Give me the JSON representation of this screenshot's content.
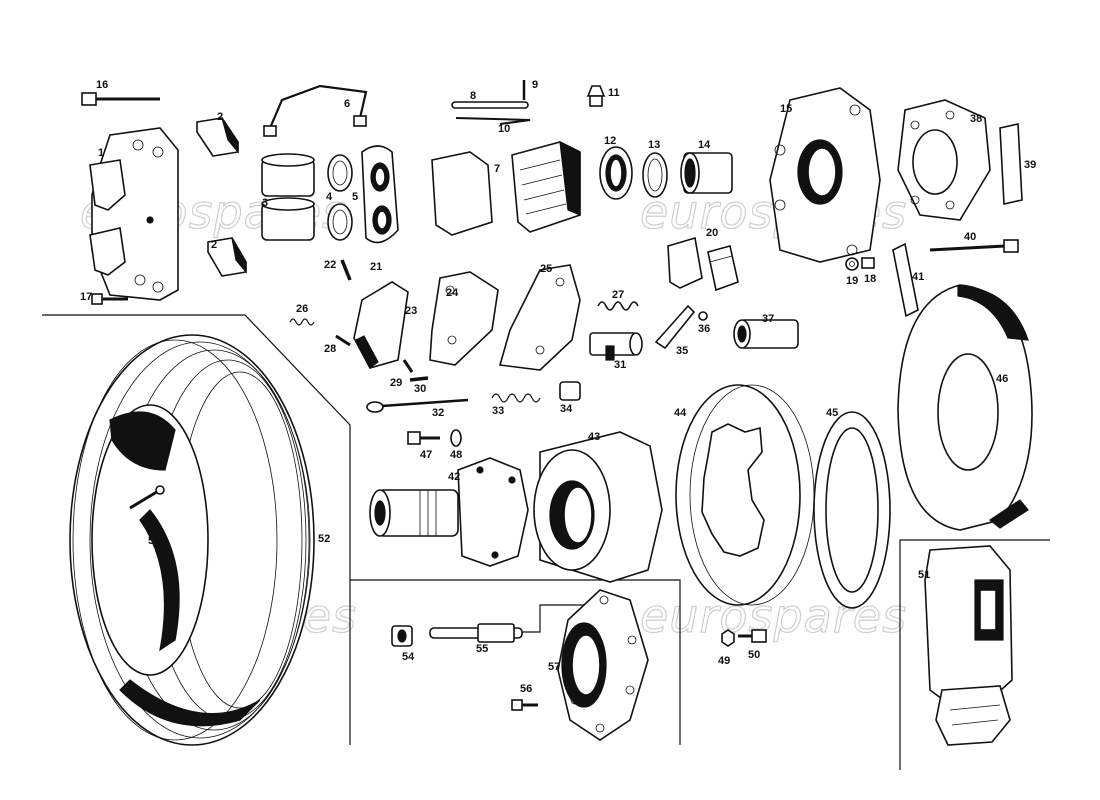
{
  "watermark": "eurospares",
  "labels": [
    "1",
    "2",
    "2",
    "3",
    "4",
    "5",
    "6",
    "7",
    "8",
    "9",
    "10",
    "11",
    "12",
    "13",
    "14",
    "15",
    "16",
    "17",
    "18",
    "19",
    "20",
    "21",
    "22",
    "23",
    "24",
    "25",
    "26",
    "27",
    "28",
    "29",
    "30",
    "31",
    "32",
    "33",
    "34",
    "35",
    "36",
    "37",
    "38",
    "39",
    "40",
    "41",
    "42",
    "43",
    "44",
    "45",
    "46",
    "47",
    "48",
    "49",
    "50",
    "51",
    "52",
    "53",
    "54",
    "55",
    "56",
    "57"
  ]
}
